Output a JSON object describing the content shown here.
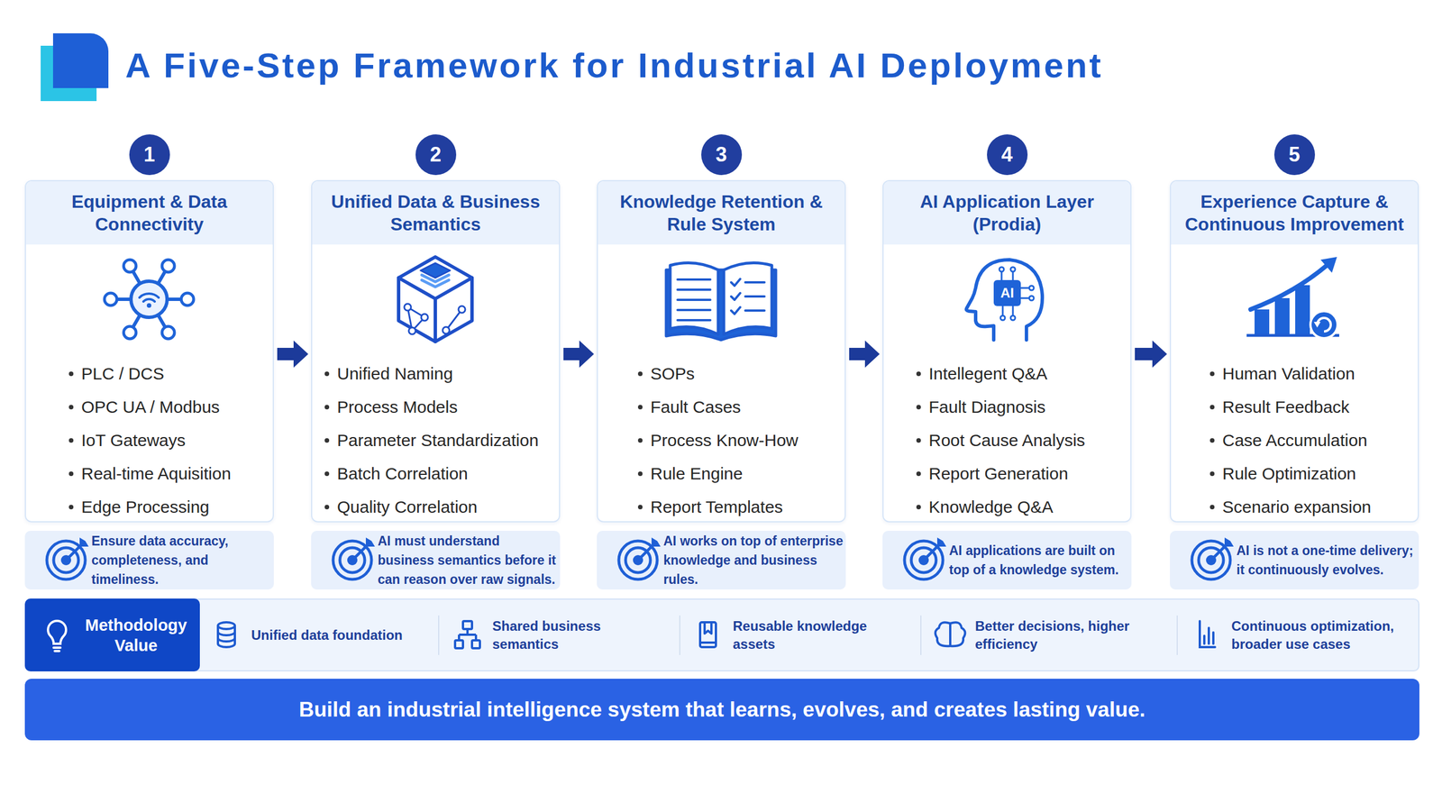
{
  "diagram": {
    "title": "A Five-Step Framework for Industrial AI Deployment",
    "nodes": [
      {
        "text": [
          "1"
        ]
      },
      {
        "text": [
          "Equipment & Data Connectivity",
          "PLC / DCS",
          "OPC UA / Modbus",
          "IoT Gateways",
          "Real-time Aquisition",
          "Edge Processing"
        ]
      },
      {
        "text": [
          "Ensure data accuracy, completeness, and timeliness."
        ]
      },
      {
        "text": [
          "2"
        ]
      },
      {
        "text": [
          "Unified Data & Business Semantics",
          "Unified Naming",
          "Process Models",
          "Parameter Standardization",
          "Batch Correlation",
          "Quality Correlation"
        ]
      },
      {
        "text": [
          "AI must understand business semantics before it can reason over raw signals."
        ]
      },
      {
        "text": [
          "3"
        ]
      },
      {
        "text": [
          "Knowledge Retention & Rule System",
          "SOPs",
          "Fault Cases",
          "Process Know-How",
          "Rule Engine",
          "Report Templates"
        ]
      },
      {
        "text": [
          "AI works on top of enterprise knowledge and business rules."
        ]
      },
      {
        "text": [
          "4"
        ]
      },
      {
        "text": [
          "AI Application Layer (Prodia)",
          "Intellegent Q&A",
          "Fault Diagnosis",
          "Root Cause Analysis",
          "Report Generation",
          "Knowledge Q&A"
        ]
      },
      {
        "text": [
          "AI applications are built on top of a knowledge system."
        ]
      },
      {
        "text": [
          "5"
        ]
      },
      {
        "text": [
          "Experience Capture & Continuous Improvement",
          "Human Validation",
          "Result Feedback",
          "Case Accumulation",
          "Rule Optimization",
          "Scenario expansion"
        ]
      },
      {
        "text": [
          "AI is not a one-time delivery; it continuously evolves."
        ]
      },
      {
        "text": [
          "Unified data foundation",
          "Shared business semantics",
          "Reusable knowledge assets",
          "Better decisions, higher efficiency",
          "Continuous optimization, broader use cases"
        ]
      },
      {
        "text": [
          "Methodology Value"
        ],
        "in": 15
      },
      {
        "text": [
          "Build an industrial intelligence system that learns, evolves, and creates lasting value."
        ]
      }
    ],
    "edges": [
      {
        "from": 1,
        "to": 4,
        "arrow": "to"
      },
      {
        "from": 4,
        "to": 7,
        "arrow": "to"
      },
      {
        "from": 7,
        "to": 10,
        "arrow": "to"
      },
      {
        "from": 10,
        "to": 13,
        "arrow": "to"
      }
    ],
    "labels": [
      "AI"
    ]
  }
}
